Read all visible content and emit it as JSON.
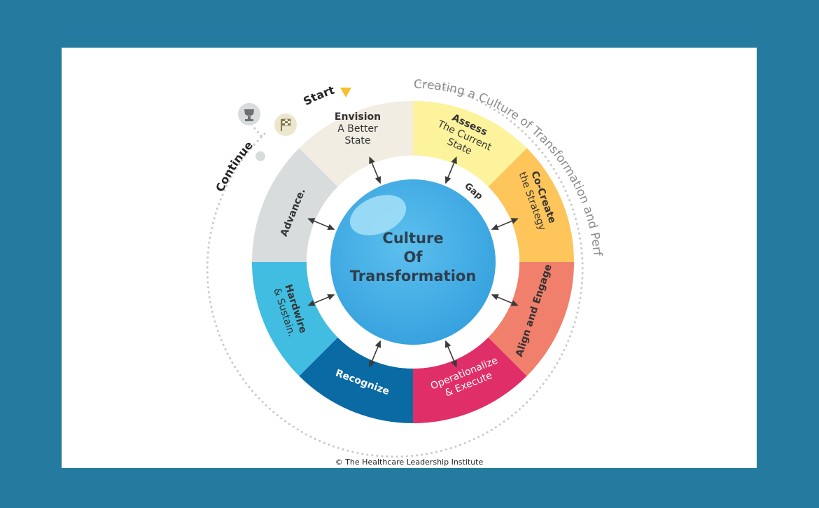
{
  "ring_title": "Creating a Culture of Transformation and Performance!",
  "start_label": "Start",
  "continue_label": "Continue",
  "center": {
    "line1": "Culture",
    "line2": "Of",
    "line3": "Transformation"
  },
  "gap_label": "Gap",
  "copyright": "© The Healthcare Leadership Institute",
  "segments": [
    {
      "bold": "Envision",
      "normal": "A Better State",
      "color": "#f1ede3"
    },
    {
      "bold": "Assess",
      "normal": "The Current State",
      "color": "#fcf39c"
    },
    {
      "bold": "Co-Create",
      "normal": "the Strategy",
      "color": "#fdc55a"
    },
    {
      "bold": "Align and Engage",
      "normal": "",
      "color": "#f07f6c"
    },
    {
      "bold": "",
      "normal": "Operationalize & Execute",
      "color": "#e02f68"
    },
    {
      "bold": "Recognize",
      "normal": "",
      "color": "#0a6aa3"
    },
    {
      "bold": "Hardwire",
      "normal": "& Sustain.",
      "color": "#40bde0"
    },
    {
      "bold": "Advance.",
      "normal": "",
      "color": "#d8dcdc"
    }
  ],
  "icons": [
    "trophy-icon",
    "checkered-flag-icon"
  ],
  "colors": {
    "background": "#257b9f",
    "sphere": "#4eb1e6",
    "start_marker": "#f5c12e"
  }
}
